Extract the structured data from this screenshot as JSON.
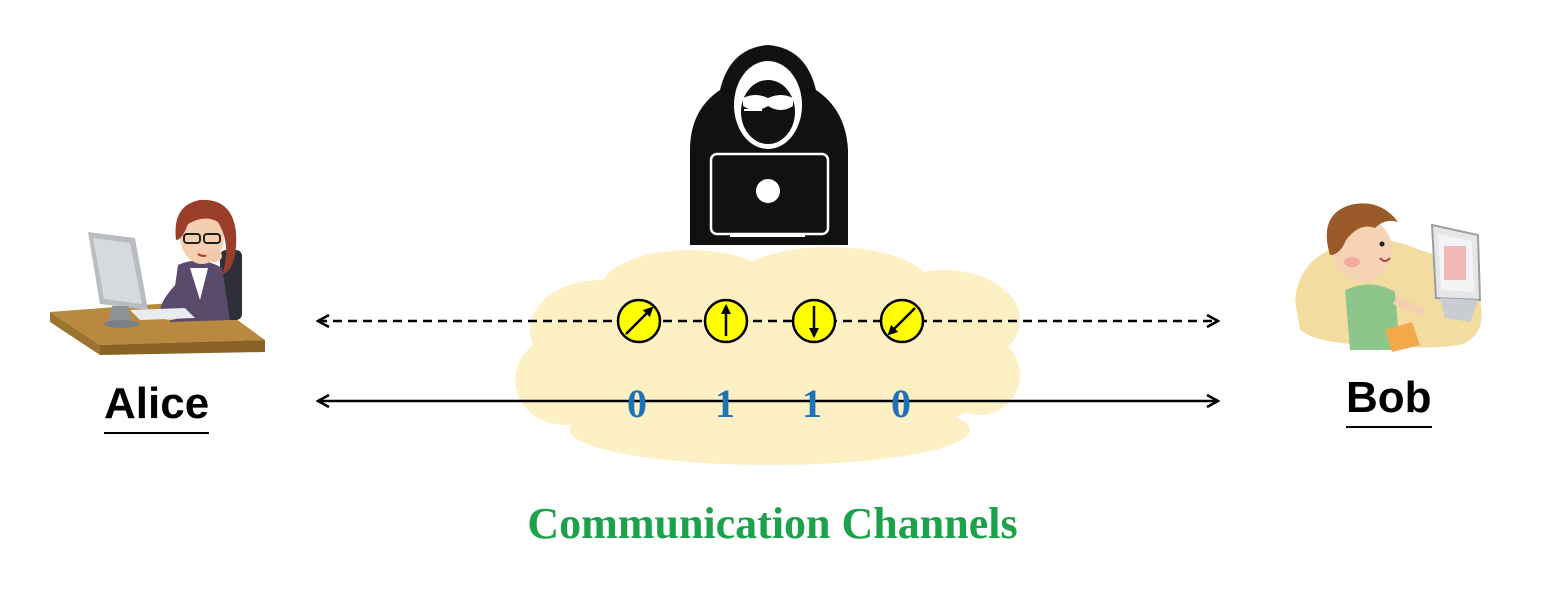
{
  "alice": {
    "name": "Alice"
  },
  "bob": {
    "name": "Bob"
  },
  "caption": {
    "text": "Communication Channels",
    "color": "#1aa34a"
  },
  "bits": [
    "0",
    "1",
    "1",
    "0"
  ],
  "bit_color": "#1e73b8",
  "photon_color": "#ffff00",
  "cloud_color": "#fdf0c4",
  "photons": [
    {
      "name": "diagonal-up-right-photon-icon"
    },
    {
      "name": "up-photon-icon"
    },
    {
      "name": "down-photon-icon"
    },
    {
      "name": "diagonal-down-left-photon-icon"
    }
  ]
}
